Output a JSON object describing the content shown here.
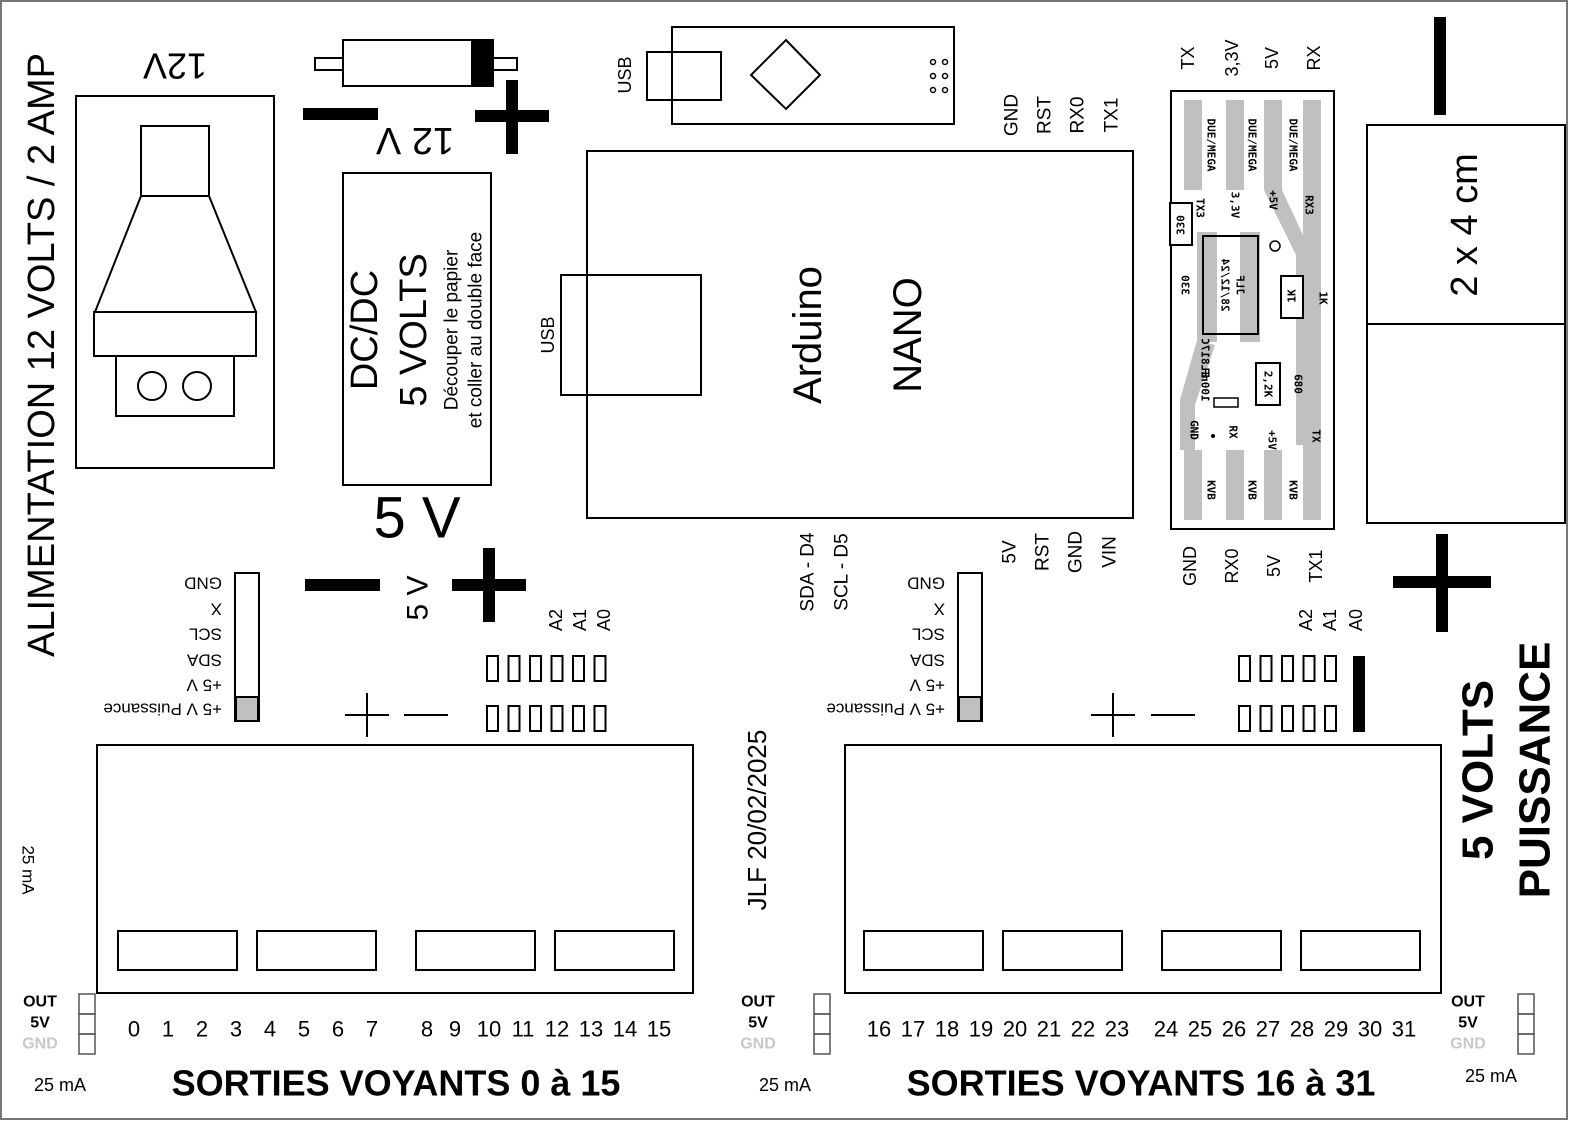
{
  "power_input": {
    "title": "ALIMENTATION 12 VOLTS / 2 AMP",
    "jack_label": "12V"
  },
  "capacitor": {
    "label": "12 V",
    "minus": "−",
    "plus": "+"
  },
  "dcdc": {
    "line1": "DC/DC",
    "line2": "5 VOLTS",
    "note1": "Découper le papier",
    "note2": "et coller au double face",
    "output": "5 V"
  },
  "usb_module": {
    "label": "USB"
  },
  "arduino": {
    "name": "Arduino",
    "model": "NANO",
    "usb": "USB",
    "top_pins": [
      "GND",
      "RST",
      "RX0",
      "TX1"
    ],
    "bottom_pins": [
      "5V",
      "RST",
      "GND",
      "VIN"
    ],
    "i2c_pins": [
      "SDA - D4",
      "SCL - D5"
    ]
  },
  "adapter_pcb": {
    "top_pins": [
      "TX",
      "3,3V",
      "5V",
      "RX"
    ],
    "bottom_pins": [
      "GND",
      "RX0",
      "5V",
      "TX1"
    ],
    "silk": [
      "DUE/MEGA",
      "DUE/MEGA",
      "DUE/MEGA",
      "TX3",
      "3,3V",
      "+5V",
      "RX3",
      "330",
      "330",
      "JLF",
      "28/12/24",
      "1K",
      "1K",
      "EL817C",
      "100nF",
      "2,2K",
      "680",
      "GND",
      "RX",
      "+5V",
      "TX",
      "KVB",
      "KVB",
      "KVB"
    ]
  },
  "size_block": {
    "label": "2 x 4 cm"
  },
  "power_5v": {
    "label": "5 V",
    "minus": "−",
    "plus": "+"
  },
  "power_5v_right": {
    "line1": "5  VOLTS",
    "line2": "PUISSANCE"
  },
  "header": {
    "pins": [
      "GND",
      "X",
      "SCL",
      "SDA",
      "+5 V",
      "+5 V Puissance"
    ]
  },
  "analog": [
    "A2",
    "A1",
    "A0"
  ],
  "plus_minus": [
    "+",
    "—"
  ],
  "signature": "JLF 20/02/2025",
  "current_side": "25 mA",
  "out_legend": {
    "out": "OUT",
    "v5": "5V",
    "gnd": "GND",
    "current": "25 mA"
  },
  "bank_left": {
    "title": "SORTIES VOYANTS 0 à 15",
    "numbers": [
      "0",
      "1",
      "2",
      "3",
      "4",
      "5",
      "6",
      "7",
      "8",
      "9",
      "10",
      "11",
      "12",
      "13",
      "14",
      "15"
    ]
  },
  "bank_right": {
    "title": "SORTIES VOYANTS 16 à 31",
    "numbers": [
      "16",
      "17",
      "18",
      "19",
      "20",
      "21",
      "22",
      "23",
      "24",
      "25",
      "26",
      "27",
      "28",
      "29",
      "30",
      "31"
    ]
  },
  "colors": {
    "line": "#000000",
    "trace": "#c0c0c0",
    "gnd_text": "#c8c8c8"
  }
}
